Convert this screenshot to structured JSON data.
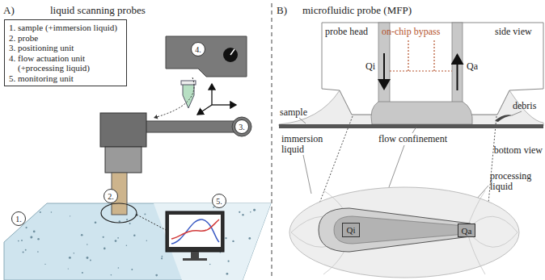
{
  "diagram": {
    "nodes": [
      {
        "text": [
          "1. sample (+immersion liquid)",
          "2. probe",
          "3. positioning unit",
          "4. flow actuation unit (+processing liquid)",
          "5. monitoring unit"
        ]
      },
      {
        "text": [
          "4."
        ]
      },
      {
        "text": [
          "3."
        ]
      },
      {
        "text": [
          "2."
        ]
      },
      {
        "text": [
          "5."
        ]
      },
      {
        "text": [
          "1."
        ]
      },
      {
        "text": [
          "Qi"
        ]
      },
      {
        "text": [
          "Qa"
        ]
      }
    ],
    "labels": [
      "A)",
      "liquid scanning probes",
      "B)",
      "microfluidic probe (MFP)",
      "on-chip bypass",
      "side view",
      "probe head",
      "Qi",
      "Qa",
      "sample",
      "debris",
      "immersion liquid",
      "flow confinement",
      "bottom view",
      "processing liquid"
    ]
  }
}
